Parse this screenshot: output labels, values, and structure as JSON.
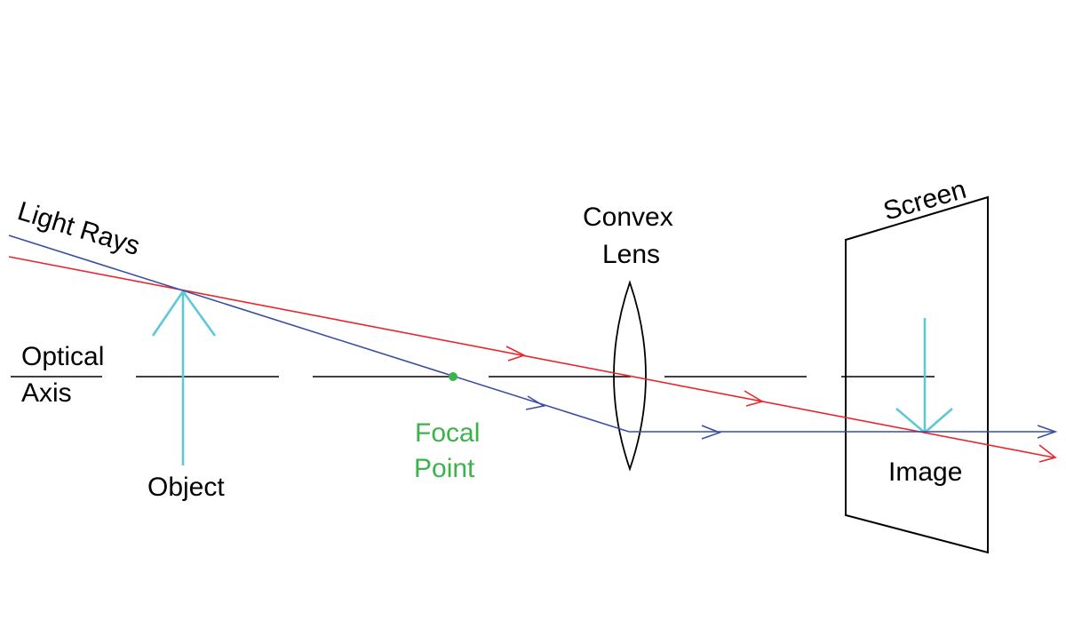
{
  "labels": {
    "light_rays": "Light Rays",
    "optical_axis_1": "Optical",
    "optical_axis_2": "Axis",
    "object": "Object",
    "focal_1": "Focal",
    "focal_2": "Point",
    "lens_1": "Convex",
    "lens_2": "Lens",
    "screen": "Screen",
    "image": "Image"
  },
  "colors": {
    "red_ray": "#e8262b",
    "blue_ray": "#3a4fa3",
    "arrows": "#5ec8d6",
    "focal_point": "#3cb34a",
    "lines": "#000000"
  }
}
